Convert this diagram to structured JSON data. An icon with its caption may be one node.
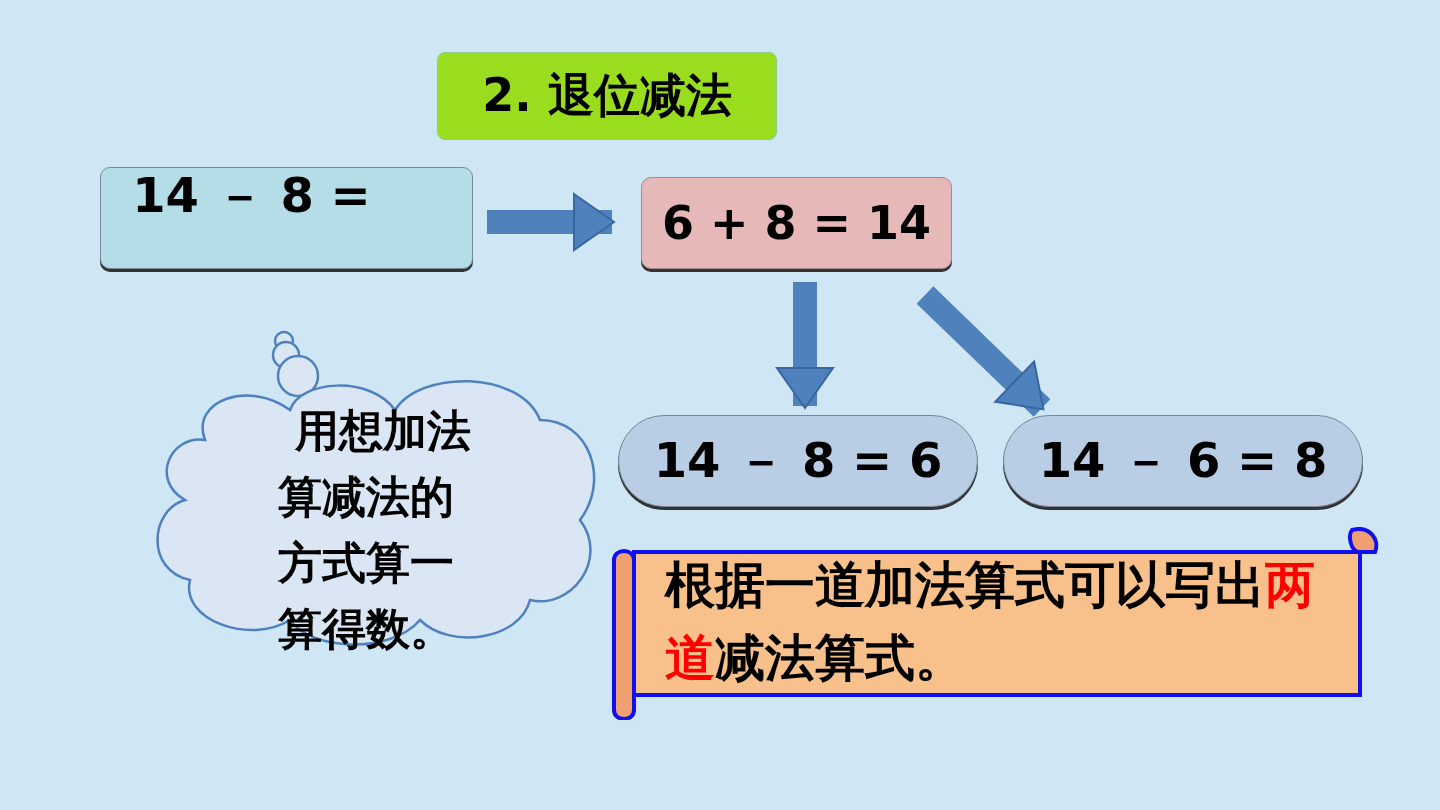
{
  "diagram": {
    "nodes": [
      {
        "text": [
          "2. 退位减法"
        ]
      },
      {
        "text": [
          "14 － 8 ="
        ]
      },
      {
        "text": [
          "6 + 8 = 14"
        ]
      },
      {
        "text": [
          "14 － 8 = 6"
        ]
      },
      {
        "text": [
          "14 － 6 = 8"
        ]
      },
      {
        "text": [
          "用想加法算减法的方式算一算得数。"
        ]
      },
      {
        "text": [
          "根据一道加法算式可以写出**两道**减法算式。"
        ]
      }
    ],
    "edges": [
      {
        "from": 1,
        "to": 2,
        "arrow": "to"
      },
      {
        "from": 2,
        "to": 3,
        "arrow": "to"
      },
      {
        "from": 2,
        "to": 4,
        "arrow": "to"
      }
    ]
  }
}
